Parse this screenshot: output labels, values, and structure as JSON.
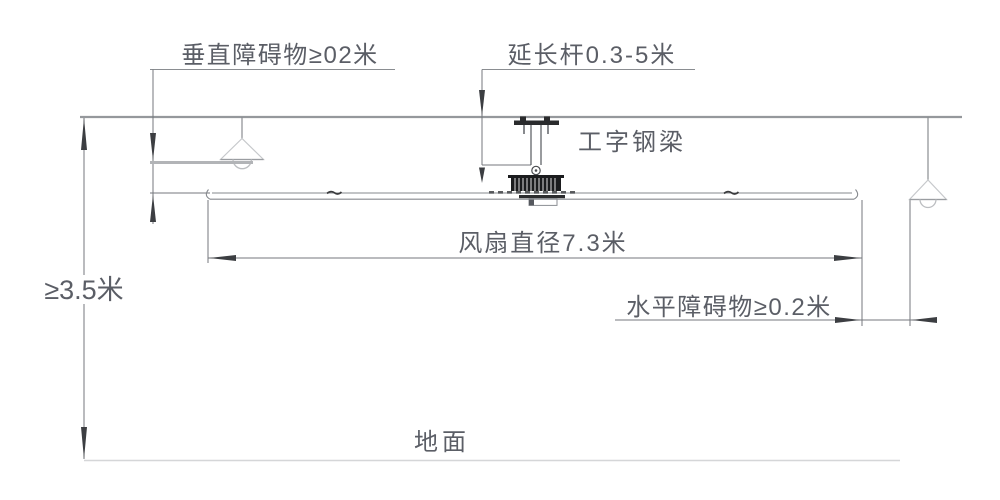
{
  "diagram": {
    "type": "hvls-fan-installation-clearance-diagram",
    "labels": {
      "vertical_obstacle": "垂直障碍物≥02米",
      "extension_rod": "延长杆0.3-5米",
      "i_beam": "工字钢梁",
      "fan_diameter": "风扇直径7.3米",
      "horizontal_obstacle": "水平障碍物≥0.2米",
      "min_height": "≥3.5米",
      "ground": "地面"
    },
    "dimensions": {
      "fan_diameter_m": 7.3,
      "extension_rod_range_m": "0.3-5",
      "min_mounting_height_m": 3.5,
      "horizontal_obstacle_clearance_m": 0.2,
      "vertical_obstacle_clearance_m": "02"
    },
    "colors": {
      "background": "#ffffff",
      "ceiling_line": "#95989c",
      "ground_line": "#d5d6d8",
      "dimension_line": "#74777c",
      "obstacle_bar": "#b2b4b7",
      "text": "#5b5e66",
      "motor_body": "#1b1c1e"
    }
  }
}
